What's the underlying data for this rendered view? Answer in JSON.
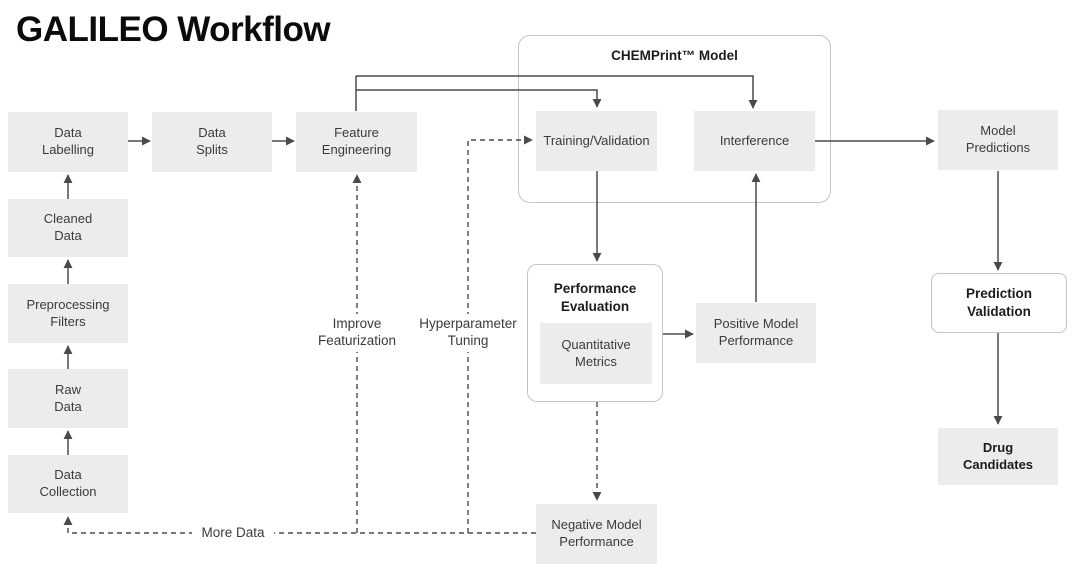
{
  "title": "GALILEO Workflow",
  "containers": {
    "chemprint": "CHEMPrint™ Model",
    "performance_evaluation": "Performance\nEvaluation",
    "prediction_validation": "Prediction\nValidation"
  },
  "nodes": {
    "data_labelling": "Data\nLabelling",
    "data_splits": "Data\nSplits",
    "feature_engineering": "Feature\nEngineering",
    "cleaned_data": "Cleaned\nData",
    "preprocessing_filters": "Preprocessing\nFilters",
    "raw_data": "Raw\nData",
    "data_collection": "Data\nCollection",
    "training_validation": "Training/Validation",
    "interference": "Interference",
    "model_predictions": "Model\nPredictions",
    "quantitative_metrics": "Quantitative\nMetrics",
    "positive_model_performance": "Positive Model\nPerformance",
    "negative_model_performance": "Negative Model\nPerformance",
    "drug_candidates": "Drug\nCandidates"
  },
  "edge_labels": {
    "improve_featurization": "Improve\nFeaturization",
    "hyperparameter_tuning": "Hyperparameter\nTuning",
    "more_data": "More Data"
  },
  "colors": {
    "node_background": "#ececec",
    "container_border": "#c4c4c4",
    "connector": "#4a4a4a",
    "text": "#3b3b3b",
    "title_text": "#0b0b0b"
  }
}
